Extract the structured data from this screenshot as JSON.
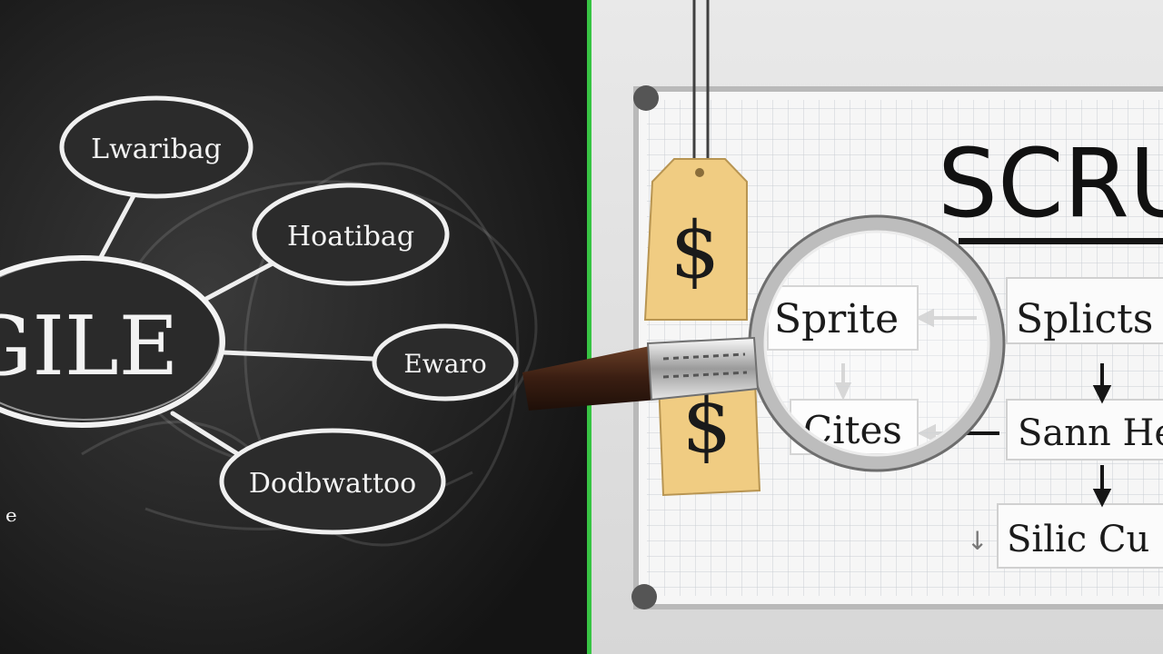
{
  "chalkboard": {
    "center_word": "GILE",
    "bubbles": [
      "Lwaribag",
      "Hoatibag",
      "Ewaro",
      "Dodbwattoo"
    ],
    "corner_scribble": "ᵉ"
  },
  "whiteboard": {
    "title": "SCRU",
    "left_boxes": [
      "Sprite",
      "Cites"
    ],
    "right_boxes": [
      "Splicts",
      "Sann He",
      "Silic Cu"
    ]
  },
  "price_tags": {
    "symbol_top": "$",
    "symbol_bottom": "$"
  },
  "colors": {
    "chalkboard": "#1e1e1e",
    "chalk": "#f2f2f2",
    "divider": "#37c443",
    "whiteboard": "#f4f4f4",
    "grid": "#c8cdd3",
    "tag": "#f0cc82",
    "magnifier_rim": "#a7a7a7",
    "handle": "#3a1e12"
  }
}
